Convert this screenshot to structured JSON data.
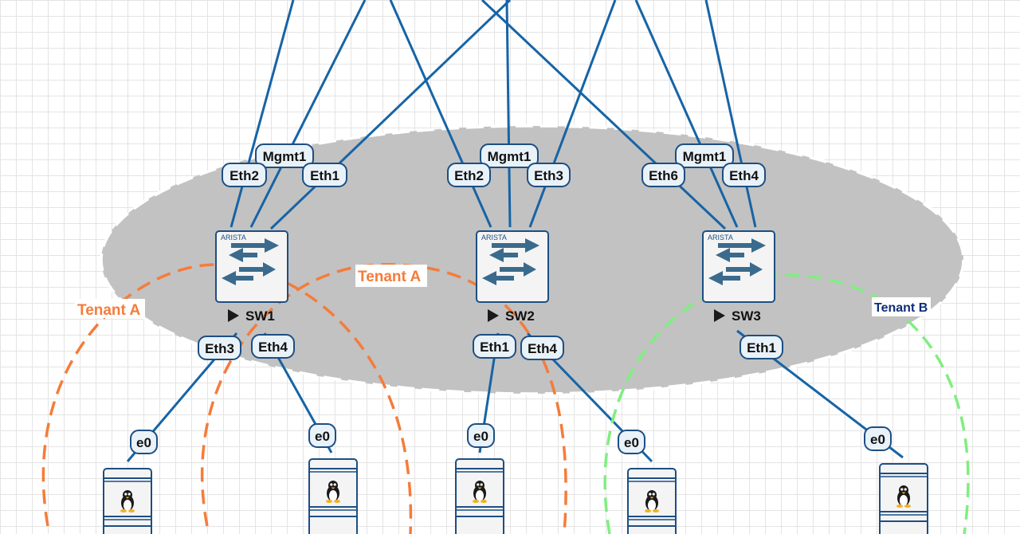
{
  "colors": {
    "link": "#1664a6",
    "tenant_a": "#f57c3a",
    "tenant_b_ring": "#80ee80",
    "tenant_b_text": "#0d2e78",
    "switch_zone": "#c2c2c2",
    "port_fill": "#e9f2f9",
    "port_stroke": "#1d4e82",
    "switch_arrow": "#3a6b8c"
  },
  "tenants": {
    "a_left": "Tenant A",
    "a_mid": "Tenant A",
    "b": "Tenant B"
  },
  "switches": {
    "sw1": {
      "name": "SW1",
      "brand": "ARISTA",
      "state_icon": "play-triangle-icon"
    },
    "sw2": {
      "name": "SW2",
      "brand": "ARISTA",
      "state_icon": "play-triangle-icon"
    },
    "sw3": {
      "name": "SW3",
      "brand": "ARISTA",
      "state_icon": "play-triangle-icon"
    }
  },
  "ports": {
    "sw1_mgmt1": "Mgmt1",
    "sw1_eth2": "Eth2",
    "sw1_eth1": "Eth1",
    "sw1_eth3": "Eth3",
    "sw1_eth4": "Eth4",
    "sw2_mgmt1": "Mgmt1",
    "sw2_eth2": "Eth2",
    "sw2_eth3": "Eth3",
    "sw2_eth1": "Eth1",
    "sw2_eth4": "Eth4",
    "sw3_mgmt1": "Mgmt1",
    "sw3_eth6": "Eth6",
    "sw3_eth4": "Eth4",
    "sw3_eth1": "Eth1",
    "host1_e0": "e0",
    "host2_e0": "e0",
    "host3_e0": "e0",
    "host4_e0": "e0",
    "host5_e0": "e0"
  },
  "hosts": [
    {
      "icon": "linux-tux-icon"
    },
    {
      "icon": "linux-tux-icon"
    },
    {
      "icon": "linux-tux-icon"
    },
    {
      "icon": "linux-tux-icon"
    },
    {
      "icon": "linux-tux-icon"
    }
  ]
}
